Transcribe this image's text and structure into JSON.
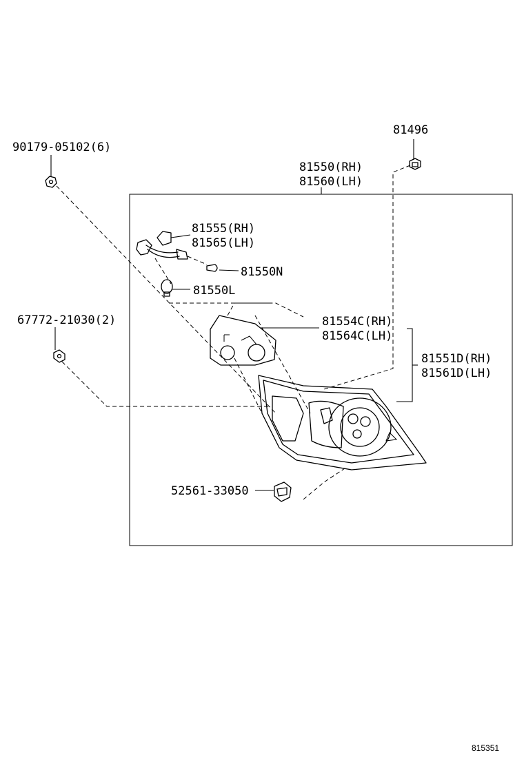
{
  "labels": {
    "screw": "90179-05102(6)",
    "retainer_top": "81496",
    "assy_rh": "81550(RH)",
    "assy_lh": "81560(LH)",
    "socket_rh": "81555(RH)",
    "socket_lh": "81565(LH)",
    "bulb_n": "81550N",
    "bulb_l": "81550L",
    "clip": "67772-21030(2)",
    "gasket_rh": "81554C(RH)",
    "gasket_lh": "81564C(LH)",
    "lens_rh": "81551D(RH)",
    "lens_lh": "81561D(LH)",
    "retainer_bottom": "52561-33050",
    "diagram_ref": "815351"
  }
}
